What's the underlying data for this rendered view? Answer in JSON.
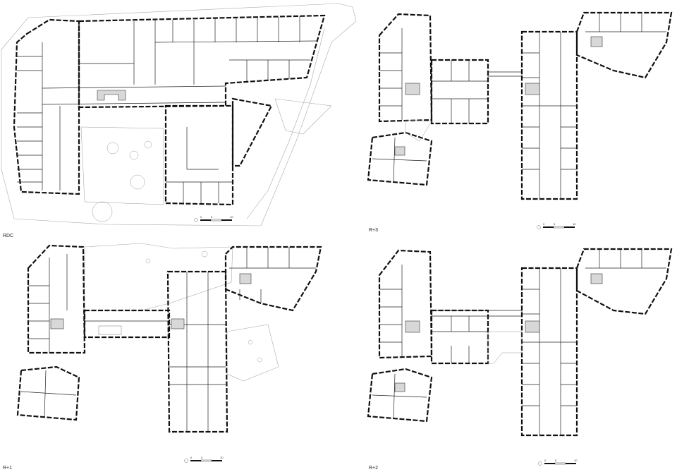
{
  "plans": [
    {
      "id": "rdc",
      "label": "RDC"
    },
    {
      "id": "r3",
      "label": "R+3"
    },
    {
      "id": "r1",
      "label": "R+1"
    },
    {
      "id": "r2",
      "label": "R+2"
    }
  ],
  "scale_bar": {
    "ticks": [
      "0",
      "5",
      "10"
    ]
  },
  "colors": {
    "walls": "#111111",
    "lines": "#222222",
    "site": "#aaaaaa",
    "cores": "#d8d8d8"
  }
}
